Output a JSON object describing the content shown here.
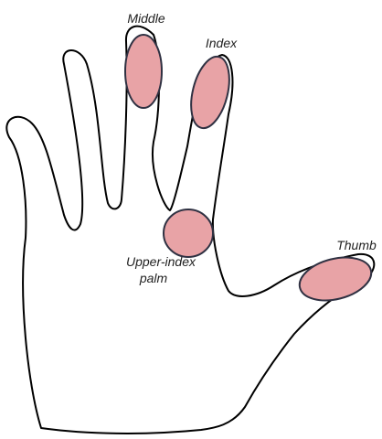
{
  "diagram": {
    "labels": {
      "middle": "Middle",
      "index": "Index",
      "upper_index_palm_line1": "Upper-index",
      "upper_index_palm_line2": "palm",
      "thumb": "Thumb"
    },
    "colors": {
      "outline": "#000000",
      "region_fill": "#e8a3a6",
      "region_stroke": "#2f3142"
    }
  }
}
